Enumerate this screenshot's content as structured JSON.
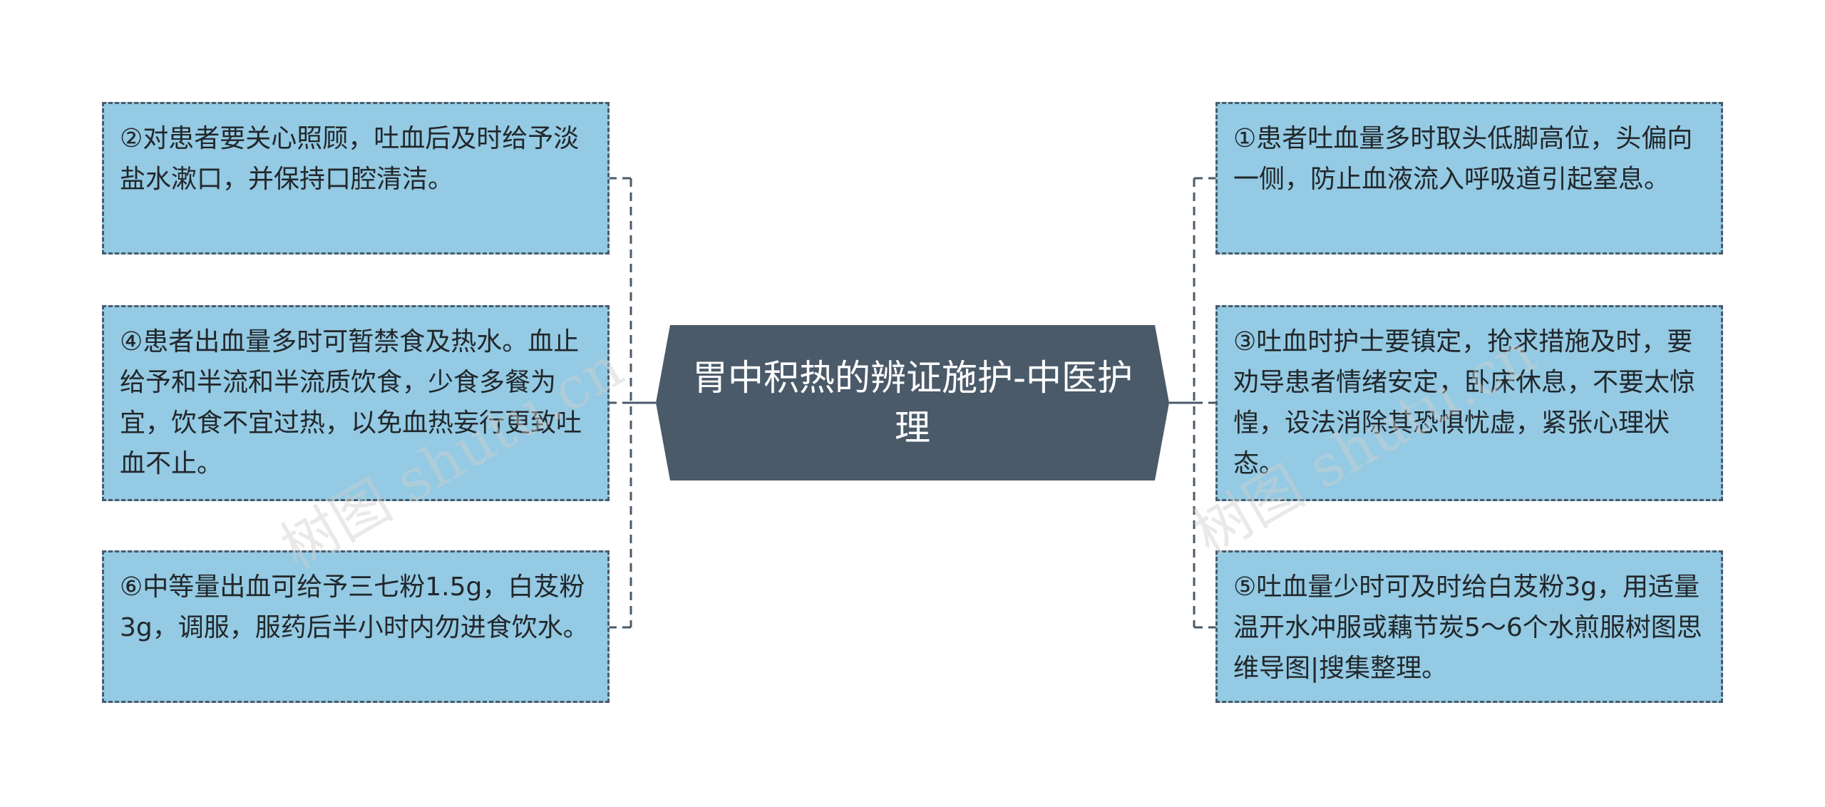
{
  "central": {
    "title": "胃中积热的辨证施护-中医护理"
  },
  "left_nodes": [
    {
      "text": "②对患者要关心照顾，吐血后及时给予淡盐水漱口，并保持口腔清洁。"
    },
    {
      "text": "④患者出血量多时可暂禁食及热水。血止给予和半流和半流质饮食，少食多餐为宜，饮食不宜过热，以免血热妄行更致吐血不止。"
    },
    {
      "text": "⑥中等量出血可给予三七粉1.5g，白芨粉3g，调服，服药后半小时内勿进食饮水。"
    }
  ],
  "right_nodes": [
    {
      "text": "①患者吐血量多时取头低脚高位，头偏向一侧，防止血液流入呼吸道引起窒息。"
    },
    {
      "text": "③吐血时护士要镇定，抢求措施及时，要劝导患者情绪安定，卧床休息，不要太惊惶，设法消除其恐惧忧虚，紧张心理状态。"
    },
    {
      "text": "⑤吐血量少时可及时给白芨粉3g，用适量温开水冲服或藕节炭5～6个水煎服树图思维导图|搜集整理。"
    }
  ],
  "watermarks": [
    {
      "text": "树图 shutu.cn"
    },
    {
      "text": "树图 shutu.cn"
    }
  ],
  "colors": {
    "central_bg": "#4b5a69",
    "node_bg": "#94cae3",
    "node_border": "#4b5a69",
    "connector": "#4b5a69"
  }
}
